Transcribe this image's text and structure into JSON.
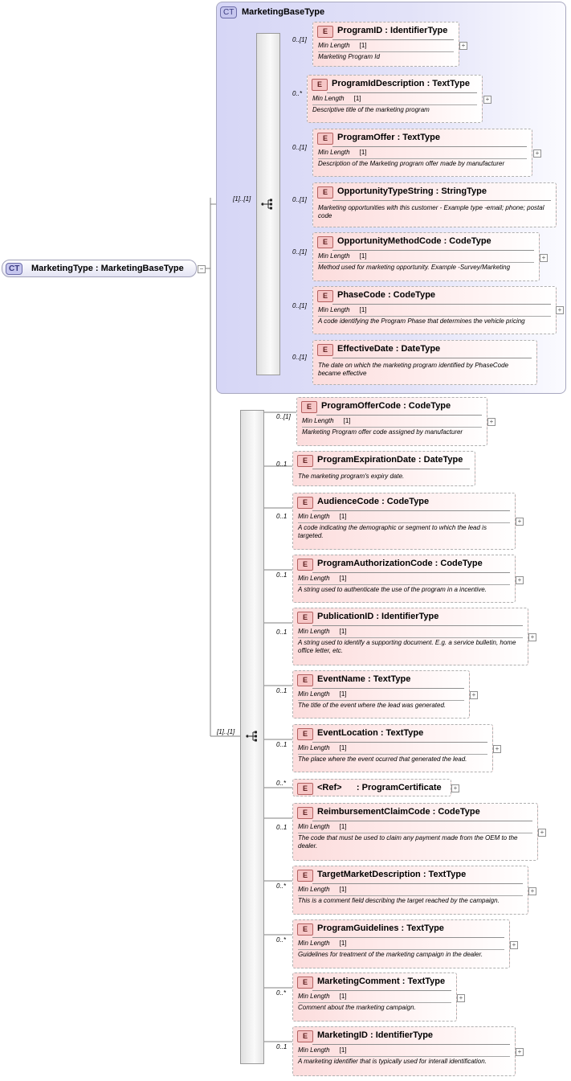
{
  "root": {
    "badge": "CT",
    "label": "MarketingType : MarketingBaseType"
  },
  "base_type": {
    "badge": "CT",
    "title": "MarketingBaseType"
  },
  "sequences": [
    {
      "cardinality": "[1]..[1]"
    },
    {
      "cardinality": "[1]..[1]"
    }
  ],
  "element_badge": "E",
  "facet_label": "Min Length",
  "facet_value": "[1]",
  "elements": [
    {
      "card": "0..[1]",
      "name": "ProgramID",
      "type": "IdentifierType",
      "doc": "Marketing Program Id"
    },
    {
      "card": "0..*",
      "name": "ProgramIdDescription",
      "type": "TextType",
      "doc": "Descriptive title of the marketing program"
    },
    {
      "card": "0..[1]",
      "name": "ProgramOffer",
      "type": "TextType",
      "doc": "Description of the Marketing program offer made by manufacturer"
    },
    {
      "card": "0..[1]",
      "name": "OpportunityTypeString",
      "type": "StringType",
      "doc": "Marketing opportunities with this customer - Example type -email; phone; postal code"
    },
    {
      "card": "0..[1]",
      "name": "OpportunityMethodCode",
      "type": "CodeType",
      "doc": "Method used for marketing opportunity. Example -Survey/Marketing"
    },
    {
      "card": "0..[1]",
      "name": "PhaseCode",
      "type": "CodeType",
      "doc": "A code identifying the Program Phase that determines the vehicle pricing"
    },
    {
      "card": "0..[1]",
      "name": "EffectiveDate",
      "type": "DateType",
      "doc": "The date on which the marketing program identified by PhaseCode became effective"
    },
    {
      "card": "0..[1]",
      "name": "ProgramOfferCode",
      "type": "CodeType",
      "doc": "Marketing Program offer code assigned by manufacturer"
    },
    {
      "card": "0..1",
      "name": "ProgramExpirationDate",
      "type": "DateType",
      "doc": "The marketing program's expiry date."
    },
    {
      "card": "0..1",
      "name": "AudienceCode",
      "type": "CodeType",
      "doc": "A code indicating the demographic or segment to which the lead is targeted."
    },
    {
      "card": "0..1",
      "name": "ProgramAuthorizationCode",
      "type": "CodeType",
      "doc": "A string used to authenticate the use of the program in a incentive."
    },
    {
      "card": "0..1",
      "name": "PublicationID",
      "type": "IdentifierType",
      "doc": "A string used to identify a supporting document. E.g. a service bulletin, home office letter, etc."
    },
    {
      "card": "0..1",
      "name": "EventName",
      "type": "TextType",
      "doc": "The title of the event where the lead was generated."
    },
    {
      "card": "0..1",
      "name": "EventLocation",
      "type": "TextType",
      "doc": "The place where the event ocurred that generated the lead."
    },
    {
      "card": "0..*",
      "name": "<Ref>",
      "type": "ProgramCertificate",
      "doc": ""
    },
    {
      "card": "0..1",
      "name": "ReimbursementClaimCode",
      "type": "CodeType",
      "doc": "The code that must be used to claim any payment made from the OEM to the dealer."
    },
    {
      "card": "0..*",
      "name": "TargetMarketDescription",
      "type": "TextType",
      "doc": "This is a comment field describing the target reached by the campaign."
    },
    {
      "card": "0..*",
      "name": "ProgramGuidelines",
      "type": "TextType",
      "doc": "Guidelines for treatment of the marketing campaign in the dealer."
    },
    {
      "card": "0..*",
      "name": "MarketingComment",
      "type": "TextType",
      "doc": "Comment about the marketing campaign."
    },
    {
      "card": "0..1",
      "name": "MarketingID",
      "type": "IdentifierType",
      "doc": "A marketing identifier that is typically used for interall identification."
    }
  ]
}
